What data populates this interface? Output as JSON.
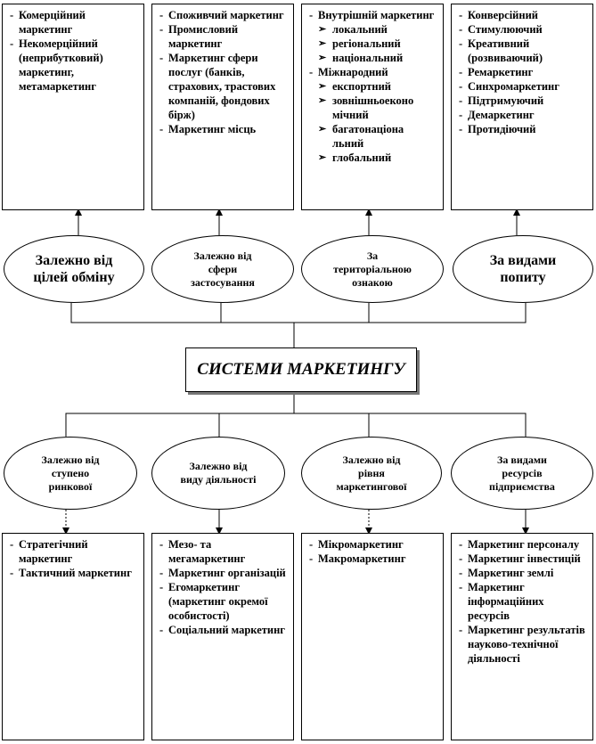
{
  "central": {
    "title": "СИСТЕМИ МАРКЕТИНГУ"
  },
  "top": [
    {
      "criterion": [
        "Залежно від",
        "цілей обміну"
      ],
      "items": [
        {
          "text": "Комерційний маркетинг"
        },
        {
          "text": "Некомерційний (неприбутковий) маркетинг, метамаркетинг"
        }
      ]
    },
    {
      "criterion": [
        "Залежно від",
        "сфери",
        "застосування"
      ],
      "items": [
        {
          "text": "Споживчий маркетинг"
        },
        {
          "text": "Промисловий маркетинг"
        },
        {
          "text": "Маркетинг сфери послуг (банків, страхових, трастових компаній, фондових бірж)"
        },
        {
          "text": "Маркетинг місць"
        }
      ]
    },
    {
      "criterion": [
        "За",
        "територіальною",
        "ознакою"
      ],
      "items": [
        {
          "text": "Внутрішній маркетинг"
        },
        {
          "text": "локальний",
          "sub": true
        },
        {
          "text": "регіональний",
          "sub": true
        },
        {
          "text": "національний",
          "sub": true
        },
        {
          "text": "Міжнародний"
        },
        {
          "text": "експортний",
          "sub": true
        },
        {
          "text": "зовнішньоеконо мічний",
          "sub": true
        },
        {
          "text": "багатонаціона льний",
          "sub": true
        },
        {
          "text": "глобальний",
          "sub": true
        }
      ]
    },
    {
      "criterion": [
        "За видами",
        "попиту"
      ],
      "items": [
        {
          "text": "Конверсійний"
        },
        {
          "text": "Стимулюючий"
        },
        {
          "text": "Креативний (розвиваючий)"
        },
        {
          "text": "Ремаркетинг"
        },
        {
          "text": "Синхромаркетинг"
        },
        {
          "text": "Підтримуючий"
        },
        {
          "text": "Демаркетинг"
        },
        {
          "text": "Протидіючий"
        }
      ]
    }
  ],
  "bottom": [
    {
      "criterion": [
        "Залежно від",
        "ступено",
        "ринкової"
      ],
      "items": [
        {
          "text": "Стратегічний маркетинг"
        },
        {
          "text": "Тактичний маркетинг"
        }
      ]
    },
    {
      "criterion": [
        "Залежно від",
        "виду діяльності"
      ],
      "items": [
        {
          "text": "Мезо- та мегамаркетинг"
        },
        {
          "text": "Маркетинг організацій"
        },
        {
          "text": "Егомаркетинг (маркетинг окремої особистості)"
        },
        {
          "text": "Соціальний маркетинг"
        }
      ]
    },
    {
      "criterion": [
        "Залежно від",
        "рівня",
        "маркетингової"
      ],
      "items": [
        {
          "text": "Мікромаркетинг"
        },
        {
          "text": "Макромаркетинг"
        }
      ]
    },
    {
      "criterion": [
        "За видами",
        "ресурсів",
        "підприємства"
      ],
      "items": [
        {
          "text": "Маркетинг персоналу"
        },
        {
          "text": "Маркетинг інвестицій"
        },
        {
          "text": "Маркетинг землі"
        },
        {
          "text": "Маркетинг інформаційних ресурсів"
        },
        {
          "text": "Маркетинг результатів науково-технічної діяльності"
        }
      ]
    }
  ]
}
